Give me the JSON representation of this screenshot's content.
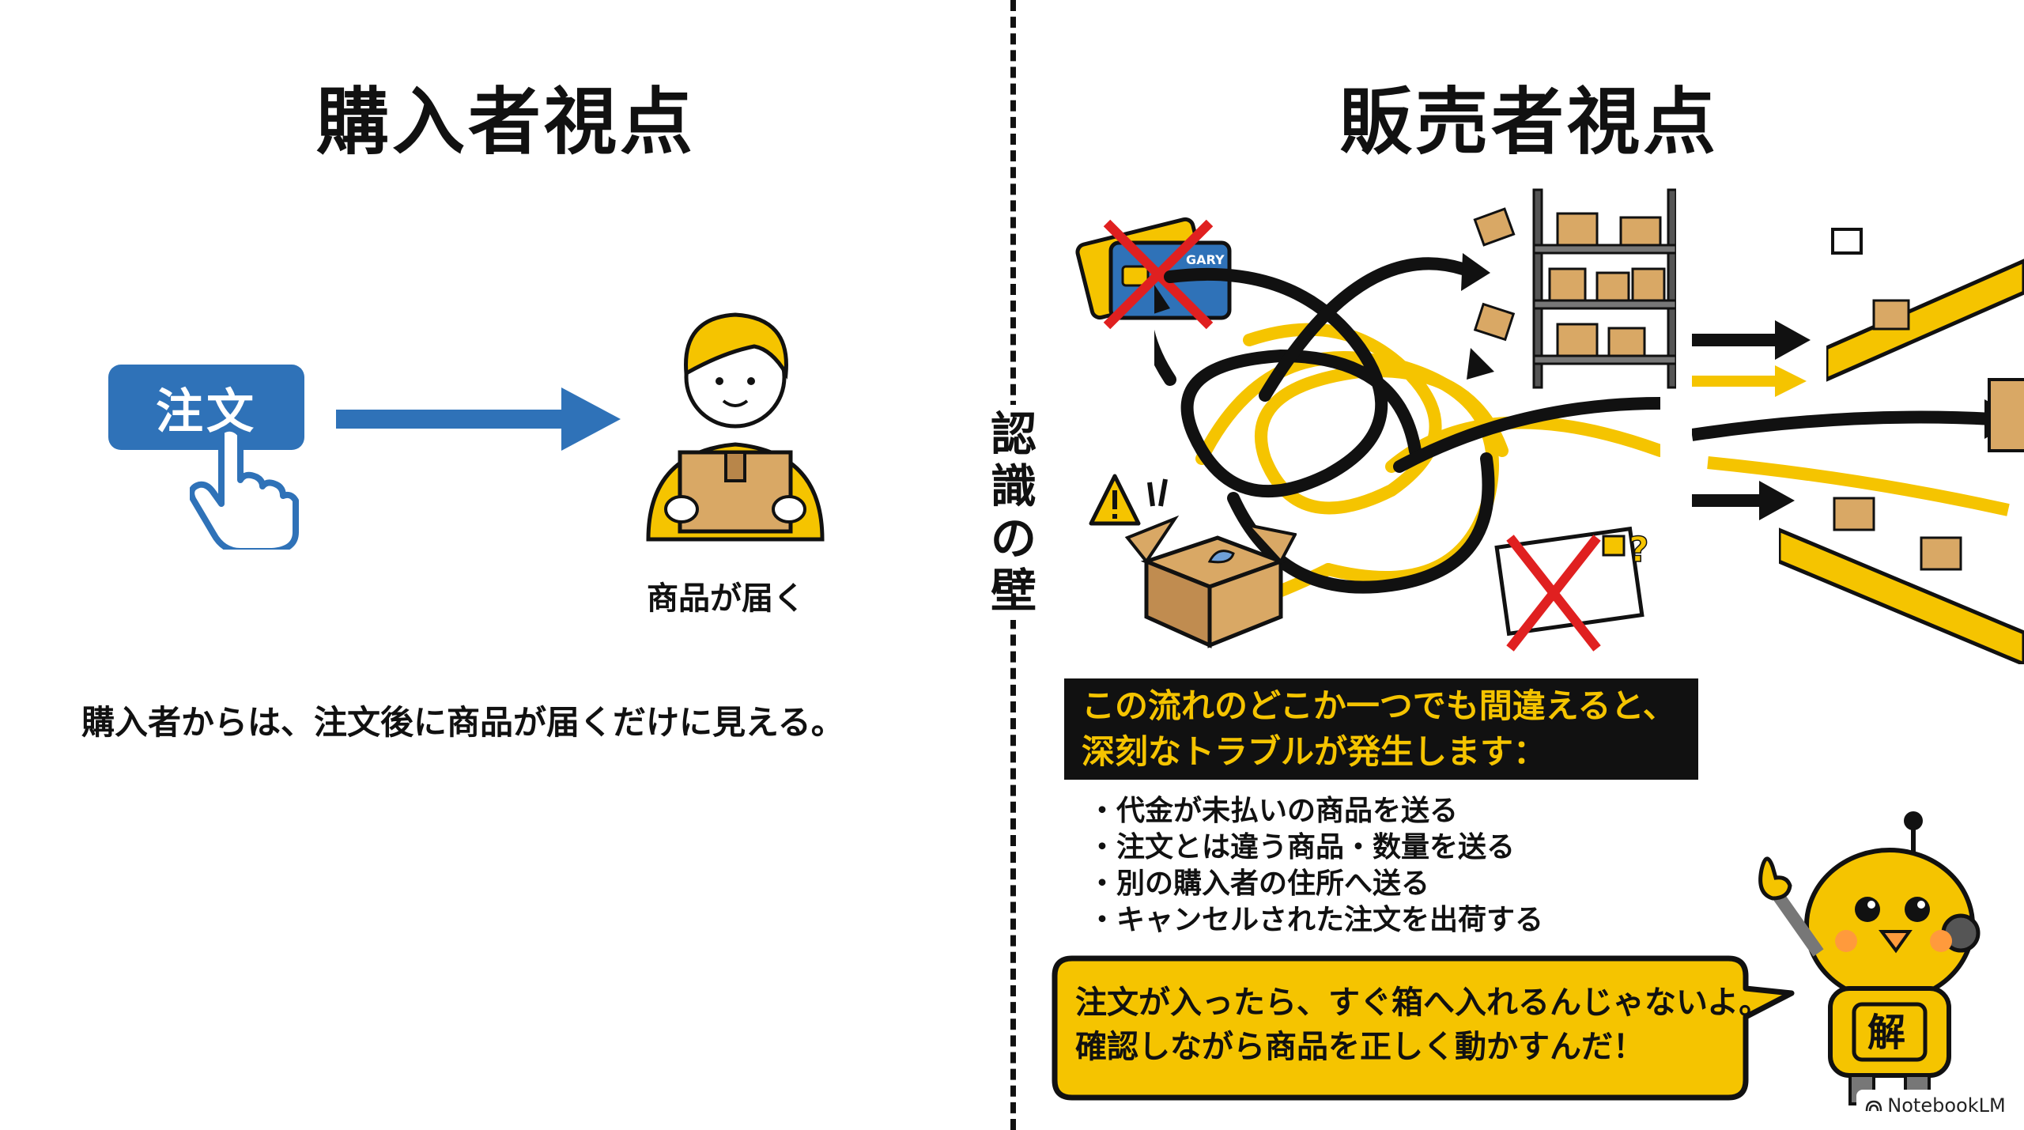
{
  "left": {
    "title": "購入者視点",
    "order_button": "注文",
    "arrive_caption": "商品が届く",
    "summary": "購入者からは、注文後に商品が届くだけに見える。"
  },
  "wall_label": [
    "認",
    "識",
    "の",
    "壁"
  ],
  "right": {
    "title": "販売者視点",
    "card_text": "GARY",
    "warning": {
      "lines": [
        "この流れのどこか一つでも間違えると、",
        "深刻なトラブルが発生します："
      ]
    },
    "bullets": [
      "代金が未払いの商品を送る",
      "注文とは違う商品・数量を送る",
      "別の購入者の住所へ送る",
      "キャンセルされた注文を出荷する"
    ],
    "speech": {
      "lines": [
        "注文が入ったら、すぐ箱へ入れるんじゃないよ。",
        "確認しながら商品を正しく動かすんだ！"
      ]
    },
    "mascot_badge": "解"
  },
  "brand": "NotebookLM",
  "colors": {
    "accent_yellow": "#f5c400",
    "order_blue": "#2f72b8",
    "error_red": "#e02020",
    "ink": "#111111"
  },
  "icons": [
    "credit-card-icon",
    "warehouse-shelf-icon",
    "conveyor-belt-icon",
    "damaged-box-icon",
    "letter-icon",
    "warning-icon",
    "hand-pointer-icon"
  ]
}
